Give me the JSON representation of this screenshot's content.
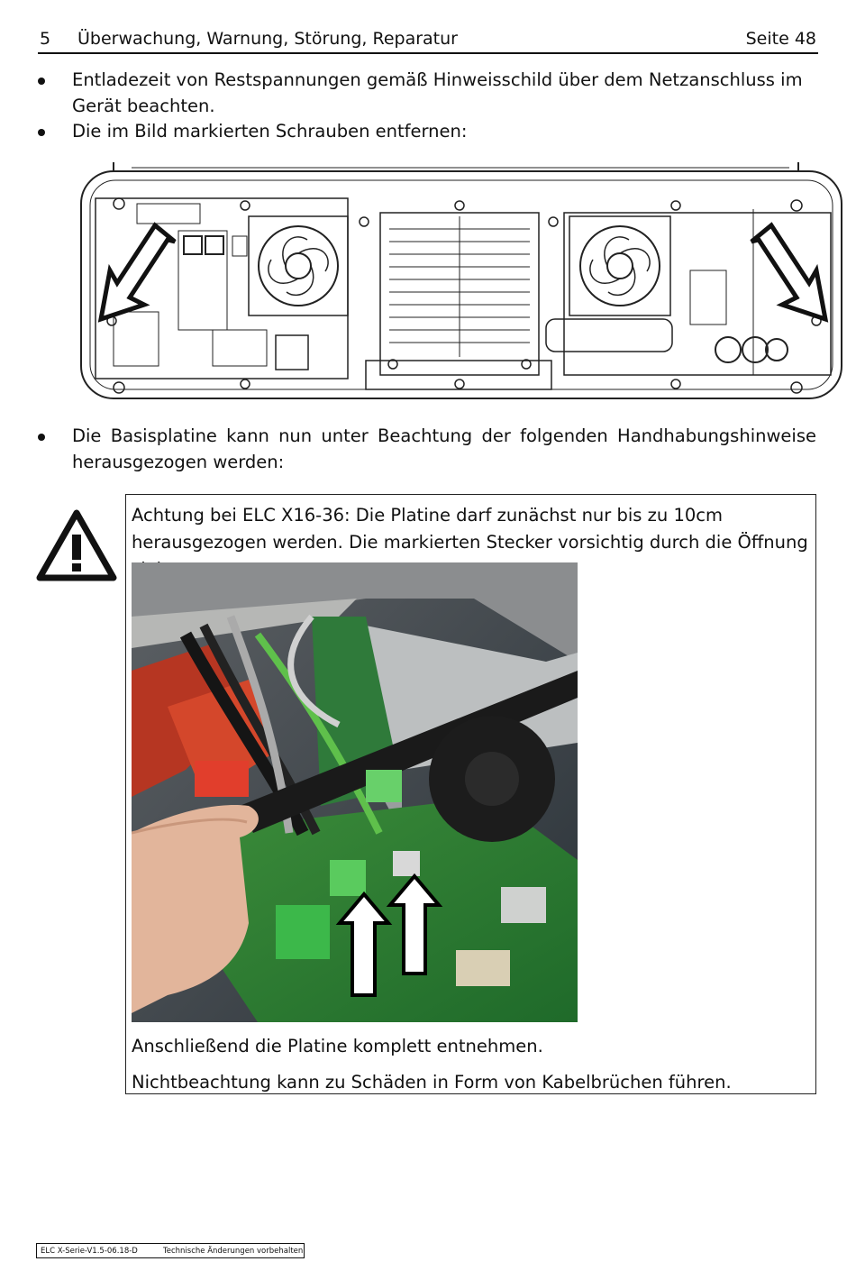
{
  "header": {
    "chapter_number": "5",
    "chapter_title": "Überwachung, Warnung, Störung, Reparatur",
    "page_label": "Seite 48"
  },
  "bullets": [
    "Entladezeit von Restspannungen gemäß Hinweisschild über dem Netzanschluss im Gerät beachten.",
    "Die im Bild markierten Schrauben entfernen:",
    "Die Basisplatine kann nun unter Beachtung der folgenden Handhabungshinweise herausgezogen werden:"
  ],
  "warning": {
    "icon": "warning-triangle-icon",
    "text": "Achtung bei ELC X16-36: Die Platine darf zunächst nur bis zu 10cm herausgezogen werden. Die markierten Stecker vorsichtig durch die Öffnung ziehen:",
    "after_photo_1": "Anschließend die Platine komplett entnehmen.",
    "after_photo_2": "Nichtbeachtung kann zu Schäden in Form von Kabelbrüchen führen."
  },
  "footer": {
    "version": "ELC X-Serie-V1.5-06.18-D",
    "note": "Technische Änderungen vorbehalten"
  }
}
